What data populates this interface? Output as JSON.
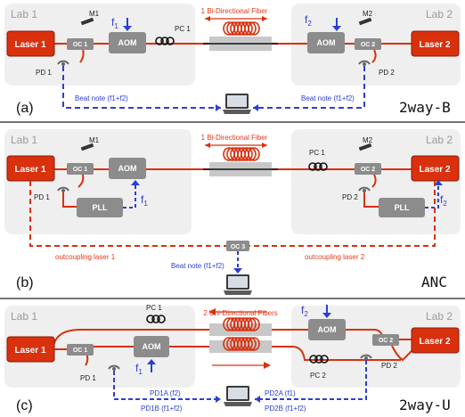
{
  "colors": {
    "laser": "#d9300e",
    "fiber": "#d9300e",
    "panel": "#efefef",
    "component": "#8c8c8c",
    "beat": "#2a3fd6"
  },
  "panel_a": {
    "lab1": "Lab 1",
    "lab2": "Lab 2",
    "laser1": "Laser 1",
    "laser2": "Laser 2",
    "oc1": "OC 1",
    "oc2": "OC 2",
    "aom1": "AOM",
    "aom2": "AOM",
    "m1": "M1",
    "m2": "M2",
    "pc1": "PC 1",
    "pd1": "PD 1",
    "pd2": "PD 2",
    "f1": "f",
    "f1_sub": "1",
    "f2": "f",
    "f2_sub": "2",
    "fiber_label": "1 Bi-Directional Fiber",
    "beat_left": "Beat note (f1+f2)",
    "beat_right": "Beat note (f1+f2)",
    "panel_label": "(a)",
    "mode": "2way-B"
  },
  "panel_b": {
    "lab1": "Lab 1",
    "lab2": "Lab 2",
    "laser1": "Laser 1",
    "laser2": "Laser 2",
    "oc1": "OC 1",
    "oc2": "OC 2",
    "oc3": "OC 3",
    "aom": "AOM",
    "m1": "M1",
    "m2": "M2",
    "pc1": "PC 1",
    "pd1": "PD 1",
    "pd2": "PD 2",
    "pll1": "PLL",
    "pll2": "PLL",
    "f1": "f",
    "f1_sub": "1",
    "f2": "f",
    "f2_sub": "2",
    "fiber_label": "1 Bi-Directional Fiber",
    "out1": "outcoupling laser 1",
    "out2": "outcoupling laser 2",
    "beat": "Beat note (f1+f2)",
    "panel_label": "(b)",
    "mode": "ANC"
  },
  "panel_c": {
    "lab1": "Lab 1",
    "lab2": "Lab 2",
    "laser1": "Laser 1",
    "laser2": "Laser 2",
    "oc1": "OC 1",
    "oc2": "OC 2",
    "aom1": "AOM",
    "aom2": "AOM",
    "pc1": "PC 1",
    "pc2": "PC 2",
    "pd1": "PD 1",
    "pd2": "PD 2",
    "f1": "f",
    "f1_sub": "1",
    "f2": "f",
    "f2_sub": "2",
    "fiber_label": "2 Uni-Directional Fibers",
    "pd1a": "PD1A (f2)",
    "pd1b": "PD1B (f1+f2)",
    "pd2a": "PD2A (f1)",
    "pd2b": "PD2B (f1+f2)",
    "panel_label": "(c)",
    "mode": "2way-U"
  }
}
